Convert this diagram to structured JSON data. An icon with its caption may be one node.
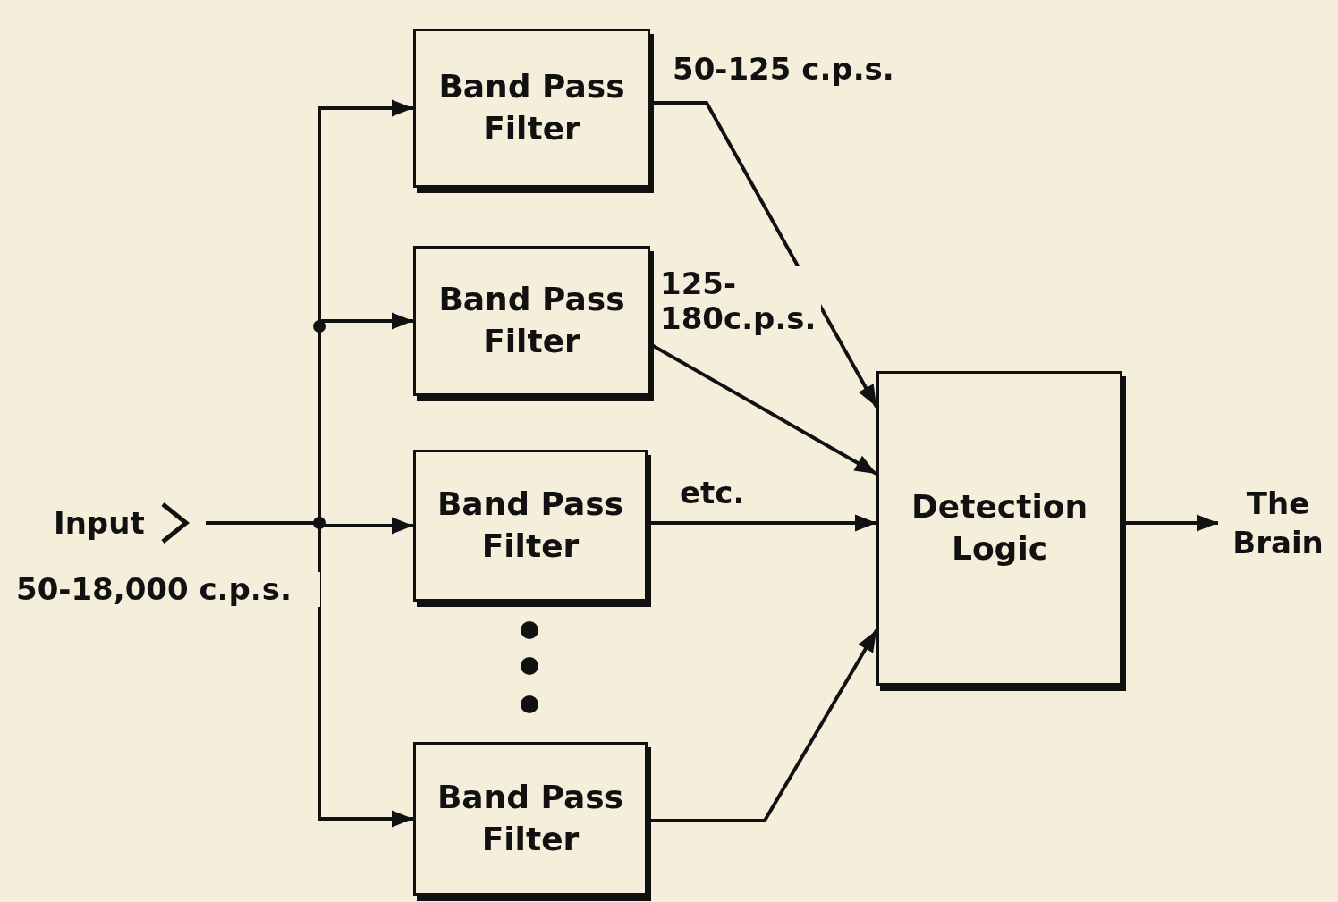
{
  "diagram": {
    "nodes": [
      {
        "text": [
          "Input"
        ],
        "beside": [
          "50-18,000 c.p.s."
        ]
      },
      {
        "text": [
          "Band Pass Filter"
        ]
      },
      {
        "text": [
          "Band Pass Filter"
        ]
      },
      {
        "text": [
          "Band Pass Filter"
        ]
      },
      {
        "text": [
          "Band Pass Filter"
        ]
      },
      {
        "text": [
          "Detection Logic"
        ]
      },
      {
        "text": [
          "The Brain"
        ]
      }
    ],
    "edges": [
      {
        "from": 0,
        "to": 1,
        "arrow": "to"
      },
      {
        "from": 0,
        "to": 2,
        "arrow": "to"
      },
      {
        "from": 0,
        "to": 3,
        "arrow": "to"
      },
      {
        "from": 0,
        "to": 4,
        "arrow": "to"
      },
      {
        "from": 1,
        "to": 5,
        "arrow": "to",
        "label": "50-125 c.p.s."
      },
      {
        "from": 2,
        "to": 5,
        "arrow": "to",
        "label": "125- 180c.p.s."
      },
      {
        "from": 3,
        "to": 5,
        "arrow": "to",
        "label": "etc."
      },
      {
        "from": 4,
        "to": 5,
        "arrow": "to"
      },
      {
        "from": 5,
        "to": 6,
        "arrow": "to"
      }
    ]
  }
}
